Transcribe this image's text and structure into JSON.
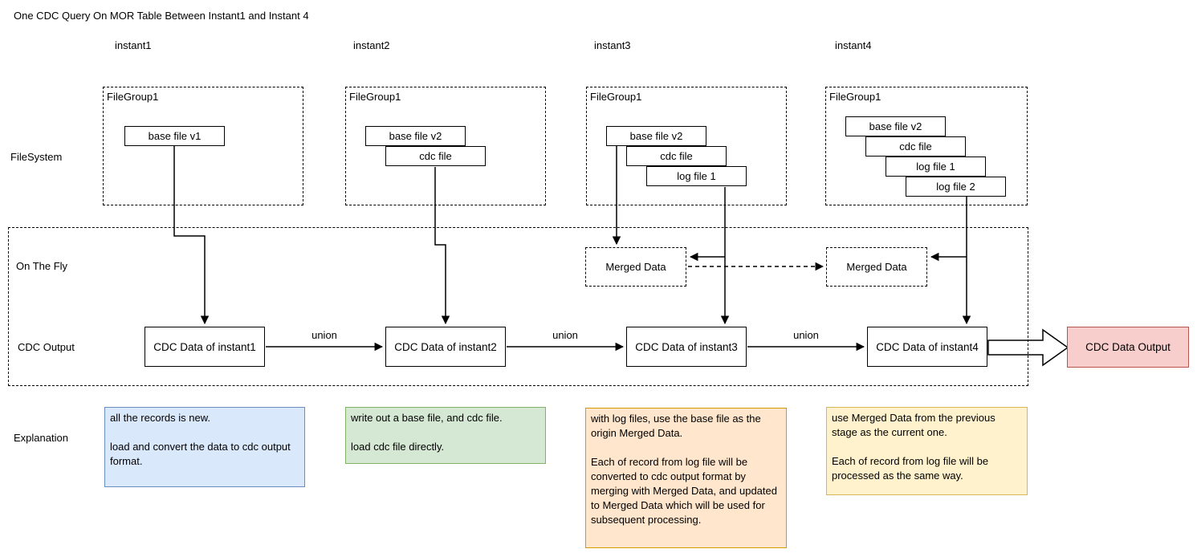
{
  "title": "One CDC Query On MOR Table Between Instant1 and Instant 4",
  "row_labels": {
    "filesystem": "FileSystem",
    "on_the_fly": "On The Fly",
    "cdc_output": "CDC Output",
    "explanation": "Explanation"
  },
  "union_label": "union",
  "instants": [
    {
      "label": "instant1",
      "filegroup": {
        "title": "FileGroup1",
        "files": [
          "base file v1"
        ]
      },
      "cdc_data_label": "CDC Data of instant1",
      "note": {
        "text": "all the records is new.\n\nload and convert the data to cdc output format.",
        "fill": "#dae8fc",
        "border": "#6c8ebf"
      }
    },
    {
      "label": "instant2",
      "filegroup": {
        "title": "FileGroup1",
        "files": [
          "base file v2",
          "cdc file"
        ]
      },
      "cdc_data_label": "CDC Data of instant2",
      "note": {
        "text": "write out a base file, and cdc file.\n\nload cdc file directly.",
        "fill": "#d5e8d4",
        "border": "#82b366"
      }
    },
    {
      "label": "instant3",
      "filegroup": {
        "title": "FileGroup1",
        "files": [
          "base file v2",
          "cdc file",
          "log file 1"
        ]
      },
      "merged_data_label": "Merged Data",
      "cdc_data_label": "CDC Data of instant3",
      "note": {
        "text": "with log files, use the base file as the origin Merged Data.\n\nEach of record from log file will be converted to cdc output format by merging with Merged Data, and updated to Merged Data which will be used for subsequent processing.",
        "fill": "#ffe6cc",
        "border": "#d79b00"
      }
    },
    {
      "label": "instant4",
      "filegroup": {
        "title": "FileGroup1",
        "files": [
          "base file v2",
          "cdc file",
          "log file 1",
          "log file 2"
        ]
      },
      "merged_data_label": "Merged Data",
      "cdc_data_label": "CDC Data of instant4",
      "note": {
        "text": "use Merged Data from the previous stage as the current one.\n\nEach of record from log file will be processed as the same way.",
        "fill": "#fff2cc",
        "border": "#d6b656"
      }
    }
  ],
  "output_box": {
    "label": "CDC Data Output",
    "fill": "#f8cecc",
    "border": "#b85450"
  },
  "diagram_colors": {
    "line": "#000000",
    "box_fill": "#ffffff",
    "box_border": "#000000"
  }
}
